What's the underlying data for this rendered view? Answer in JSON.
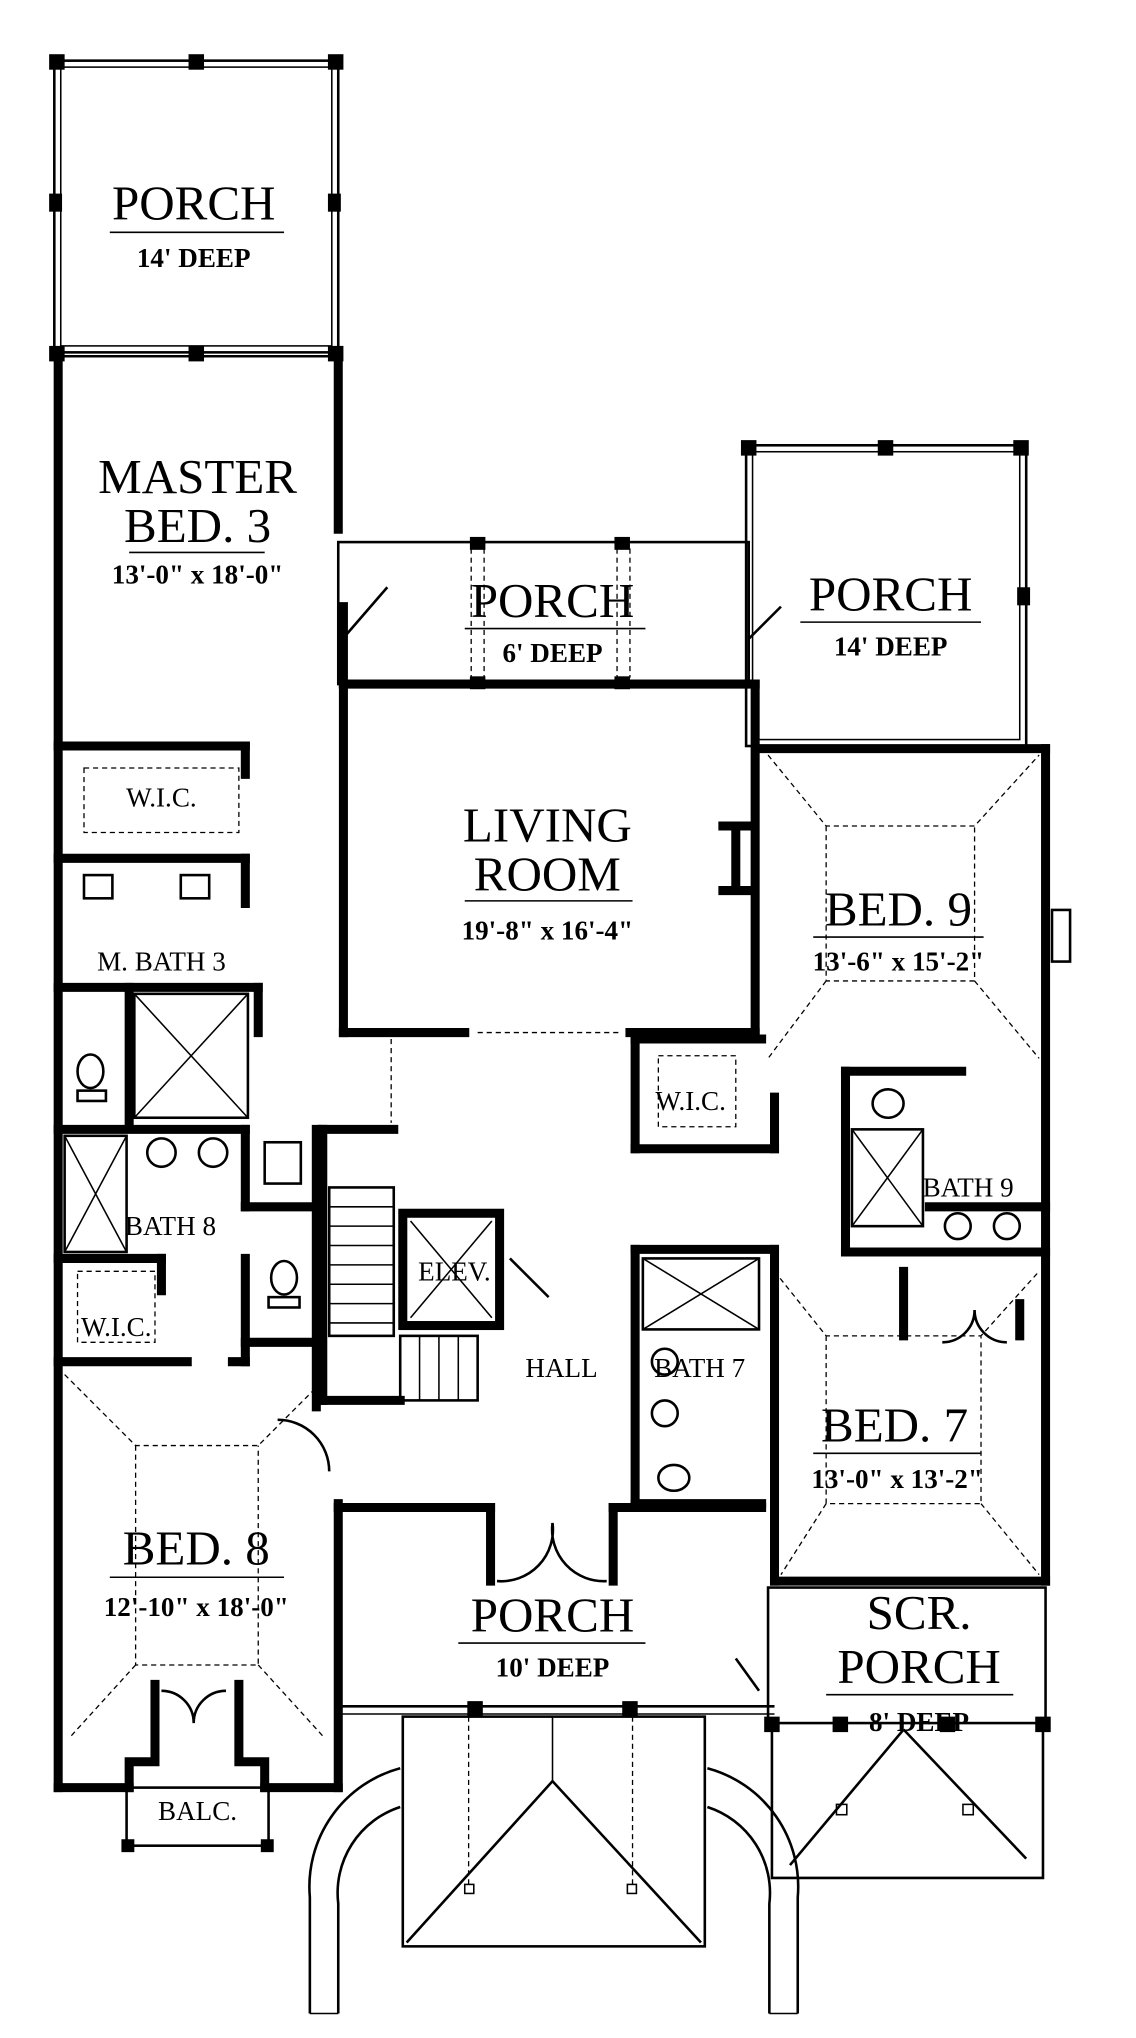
{
  "rooms": {
    "porch_rear_left": {
      "name": "PORCH",
      "size": "14' DEEP"
    },
    "master_bed": {
      "name1": "MASTER",
      "name2": "BED. 3",
      "size": "13'-0\" x 18'-0\""
    },
    "porch_rear_center": {
      "name": "PORCH",
      "size": "6' DEEP"
    },
    "porch_rear_right": {
      "name": "PORCH",
      "size": "14' DEEP"
    },
    "living_room": {
      "name1": "LIVING",
      "name2": "ROOM",
      "size": "19'-8\" x 16'-4\""
    },
    "bed9": {
      "name": "BED. 9",
      "size": "13'-6\" x 15'-2\""
    },
    "wic_master": {
      "name": "W.I.C."
    },
    "master_bath": {
      "name": "M. BATH 3"
    },
    "wic_bed9": {
      "name": "W.I.C."
    },
    "bath9": {
      "name": "BATH 9"
    },
    "bath8": {
      "name": "BATH 8"
    },
    "elevator": {
      "name": "ELEV."
    },
    "wic_bed8": {
      "name": "W.I.C."
    },
    "hall": {
      "name": "HALL"
    },
    "bath7": {
      "name": "BATH 7"
    },
    "bed7": {
      "name": "BED. 7",
      "size": "13'-0\" x 13'-2\""
    },
    "bed8": {
      "name": "BED. 8",
      "size": "12'-10\" x 18'-0\""
    },
    "porch_front": {
      "name": "PORCH",
      "size": "10' DEEP"
    },
    "screened_porch": {
      "name1": "SCR.",
      "name2": "PORCH",
      "size": "8' DEEP"
    },
    "balcony": {
      "name": "BALC."
    }
  }
}
